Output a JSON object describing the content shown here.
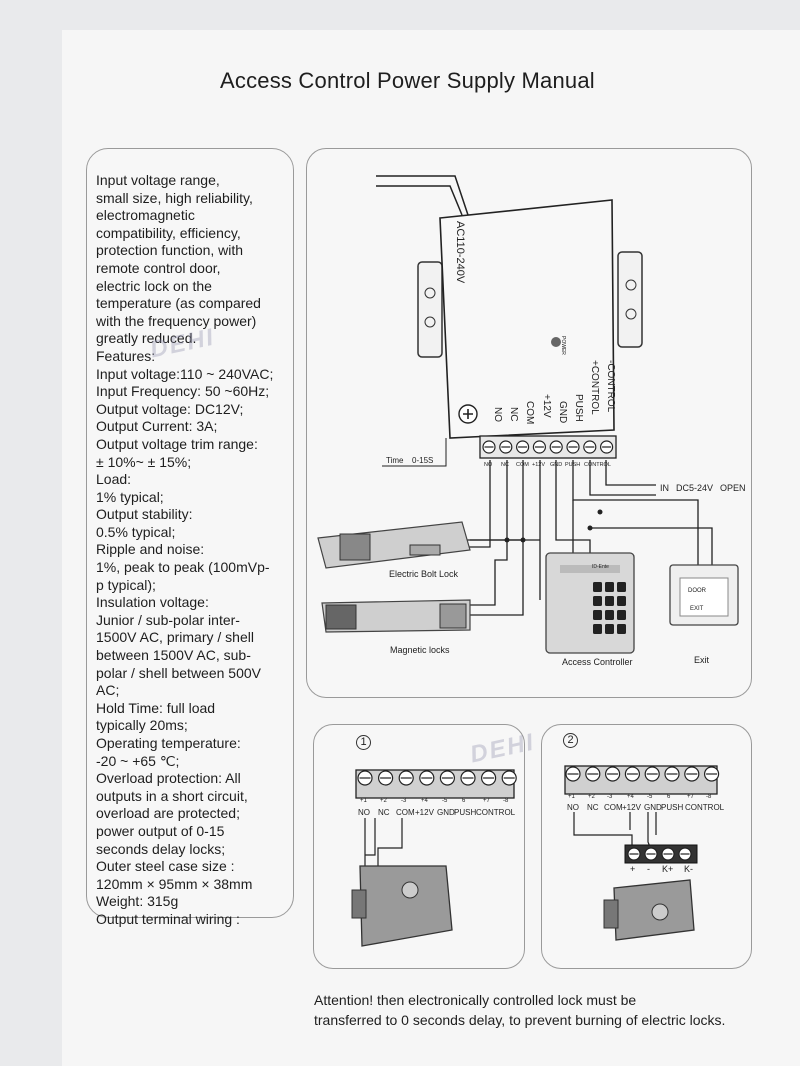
{
  "document": {
    "title": "Access Control Power Supply Manual",
    "watermark": "DEHI",
    "attention_lines": [
      "Attention! then electronically controlled lock must be",
      "transferred to 0 seconds delay, to prevent burning of electric locks."
    ]
  },
  "specs": {
    "lines": [
      "  Input voltage range,",
      "small size, high reliability,",
      "electromagnetic",
      "compatibility, efficiency,",
      "protection function, with",
      "remote control door,",
      "electric lock on the",
      "temperature (as compared",
      "with the frequency power)",
      "greatly reduced.",
      "Features:",
      "Input voltage:110 ~ 240VAC;",
      "Input Frequency: 50 ~60Hz;",
      "Output voltage: DC12V;",
      "Output Current: 3A;",
      "Output voltage trim range:",
      " ± 10%~ ± 15%;",
      "Load:",
      "1% typical;",
      "Output stability:",
      "0.5% typical;",
      "Ripple and noise:",
      "1%, peak to peak (100mVp-",
      "p typical);",
      "Insulation voltage:",
      "Junior / sub-polar inter-",
      "1500V AC, primary / shell",
      "between 1500V AC, sub-",
      "polar / shell between 500V",
      "AC;",
      "Hold Time: full load",
      "typically 20ms;",
      "Operating temperature:",
      " -20 ~ +65 ℃;",
      "Overload protection: All",
      "outputs in a short circuit,",
      "overload are protected;",
      "power output of 0-15",
      "seconds delay locks;",
      "Outer steel case size :",
      "120mm × 95mm × 38mm",
      "Weight: 315g",
      "Output terminal wiring :"
    ]
  },
  "main_diagram": {
    "ac_label": "AC110-240V",
    "power_label": "POWER",
    "vertical_terminal_labels": [
      "NO",
      "NC",
      "COM",
      "+12V",
      "GND",
      "PUSH",
      "+CONTROL",
      "-CONTROL"
    ],
    "small_terminal_labels": [
      "NO",
      "NC",
      "COM",
      "+12V",
      "GND",
      "PUSH",
      "CONTROL"
    ],
    "time_label": "Time",
    "time_range": "0-15S",
    "in_label": "IN",
    "dc_label": "DC5-24V",
    "open_label": "OPEN",
    "bolt_label": "Electric Bolt Lock",
    "mag_label": "Magnetic locks",
    "controller_label": "Access Controller",
    "exit_label": "Exit",
    "keypad_brand": "ID-Ente",
    "exit_button_top": "DOOR",
    "exit_button_bottom": "EXIT"
  },
  "diagram_one": {
    "number": "1",
    "pin_numbers": [
      "+1",
      "+2",
      "-3",
      "+4",
      "-5",
      "6",
      "+7",
      "-8"
    ],
    "labels": [
      "NO",
      "NC",
      "COM",
      "+12V",
      "GND",
      "PUSH",
      "CONTROL"
    ]
  },
  "diagram_two": {
    "number": "2",
    "pin_numbers": [
      "+1",
      "+2",
      "-3",
      "+4",
      "-5",
      "6",
      "+7",
      "-8"
    ],
    "labels": [
      "NO",
      "NC",
      "COM",
      "+12V",
      "GND",
      "PUSH",
      "CONTROL"
    ],
    "lock_terminals": [
      "+",
      "-",
      "K+",
      "K-"
    ]
  },
  "colors": {
    "paper": "#f6f6f6",
    "ink": "#1e1e1e",
    "panel_border": "#9a9a9a",
    "watermark": "#8c8caa"
  }
}
